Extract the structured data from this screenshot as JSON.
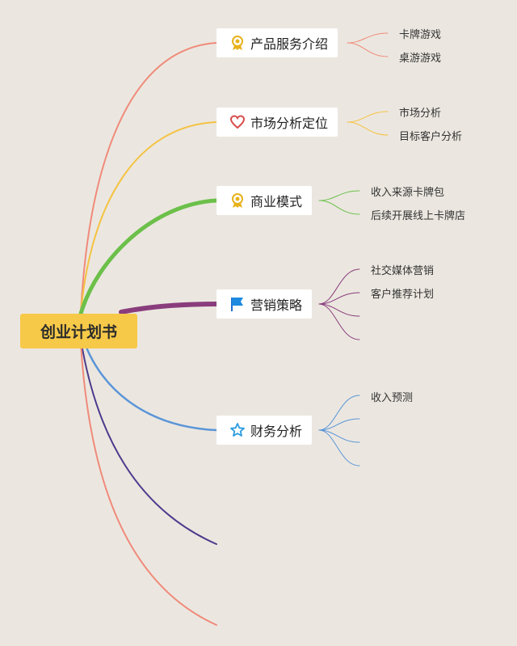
{
  "root": {
    "label": "创业计划书"
  },
  "branches": [
    {
      "label": "产品服务介绍",
      "icon": "award-ribbon-icon",
      "color": "#f08a7a",
      "children": [
        "卡牌游戏",
        "桌游游戏"
      ]
    },
    {
      "label": "市场分析定位",
      "icon": "heart-icon",
      "color": "#f5c242",
      "children": [
        "市场分析",
        "目标客户分析"
      ]
    },
    {
      "label": "商业模式",
      "icon": "award-ribbon-icon",
      "color": "#6cc04a",
      "children": [
        "收入来源卡牌包",
        "后续开展线上卡牌店"
      ]
    },
    {
      "label": "营销策略",
      "icon": "flag-icon",
      "color": "#8a3d7c",
      "children": [
        "社交媒体营销",
        "客户推荐计划",
        "",
        ""
      ]
    },
    {
      "label": "财务分析",
      "icon": "star-icon",
      "color": "#5b95d8",
      "children": [
        "收入预测",
        "",
        "",
        ""
      ]
    }
  ],
  "extra_lines": [
    {
      "color": "#4b3a8c"
    },
    {
      "color": "#f08a7a"
    }
  ]
}
